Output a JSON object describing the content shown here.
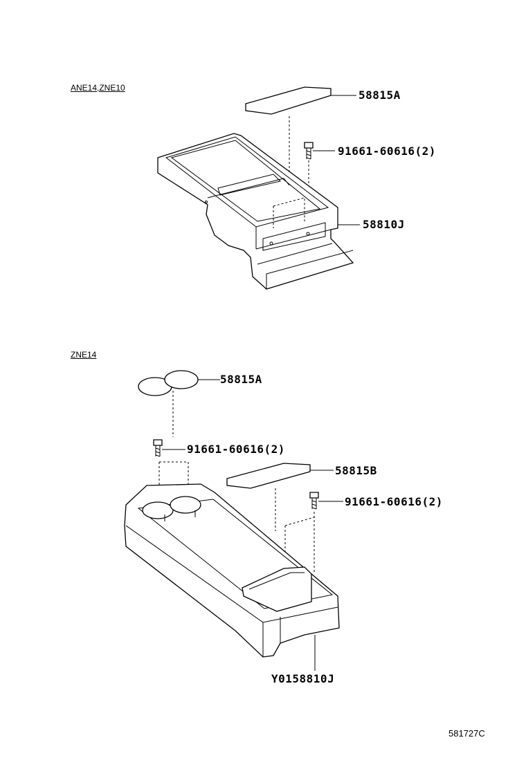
{
  "sections": [
    {
      "code": "ANE14,ZNE10",
      "parts": [
        {
          "part_number": "58815A"
        },
        {
          "part_number": "91661-60616(2)"
        },
        {
          "part_number": "58810J"
        }
      ]
    },
    {
      "code": "ZNE14",
      "parts": [
        {
          "part_number": "58815A"
        },
        {
          "part_number": "91661-60616(2)"
        },
        {
          "part_number": "58815B"
        },
        {
          "part_number": "91661-60616(2)"
        },
        {
          "part_number": "Y0158810J"
        }
      ]
    }
  ],
  "diagram_ref": "581727C"
}
